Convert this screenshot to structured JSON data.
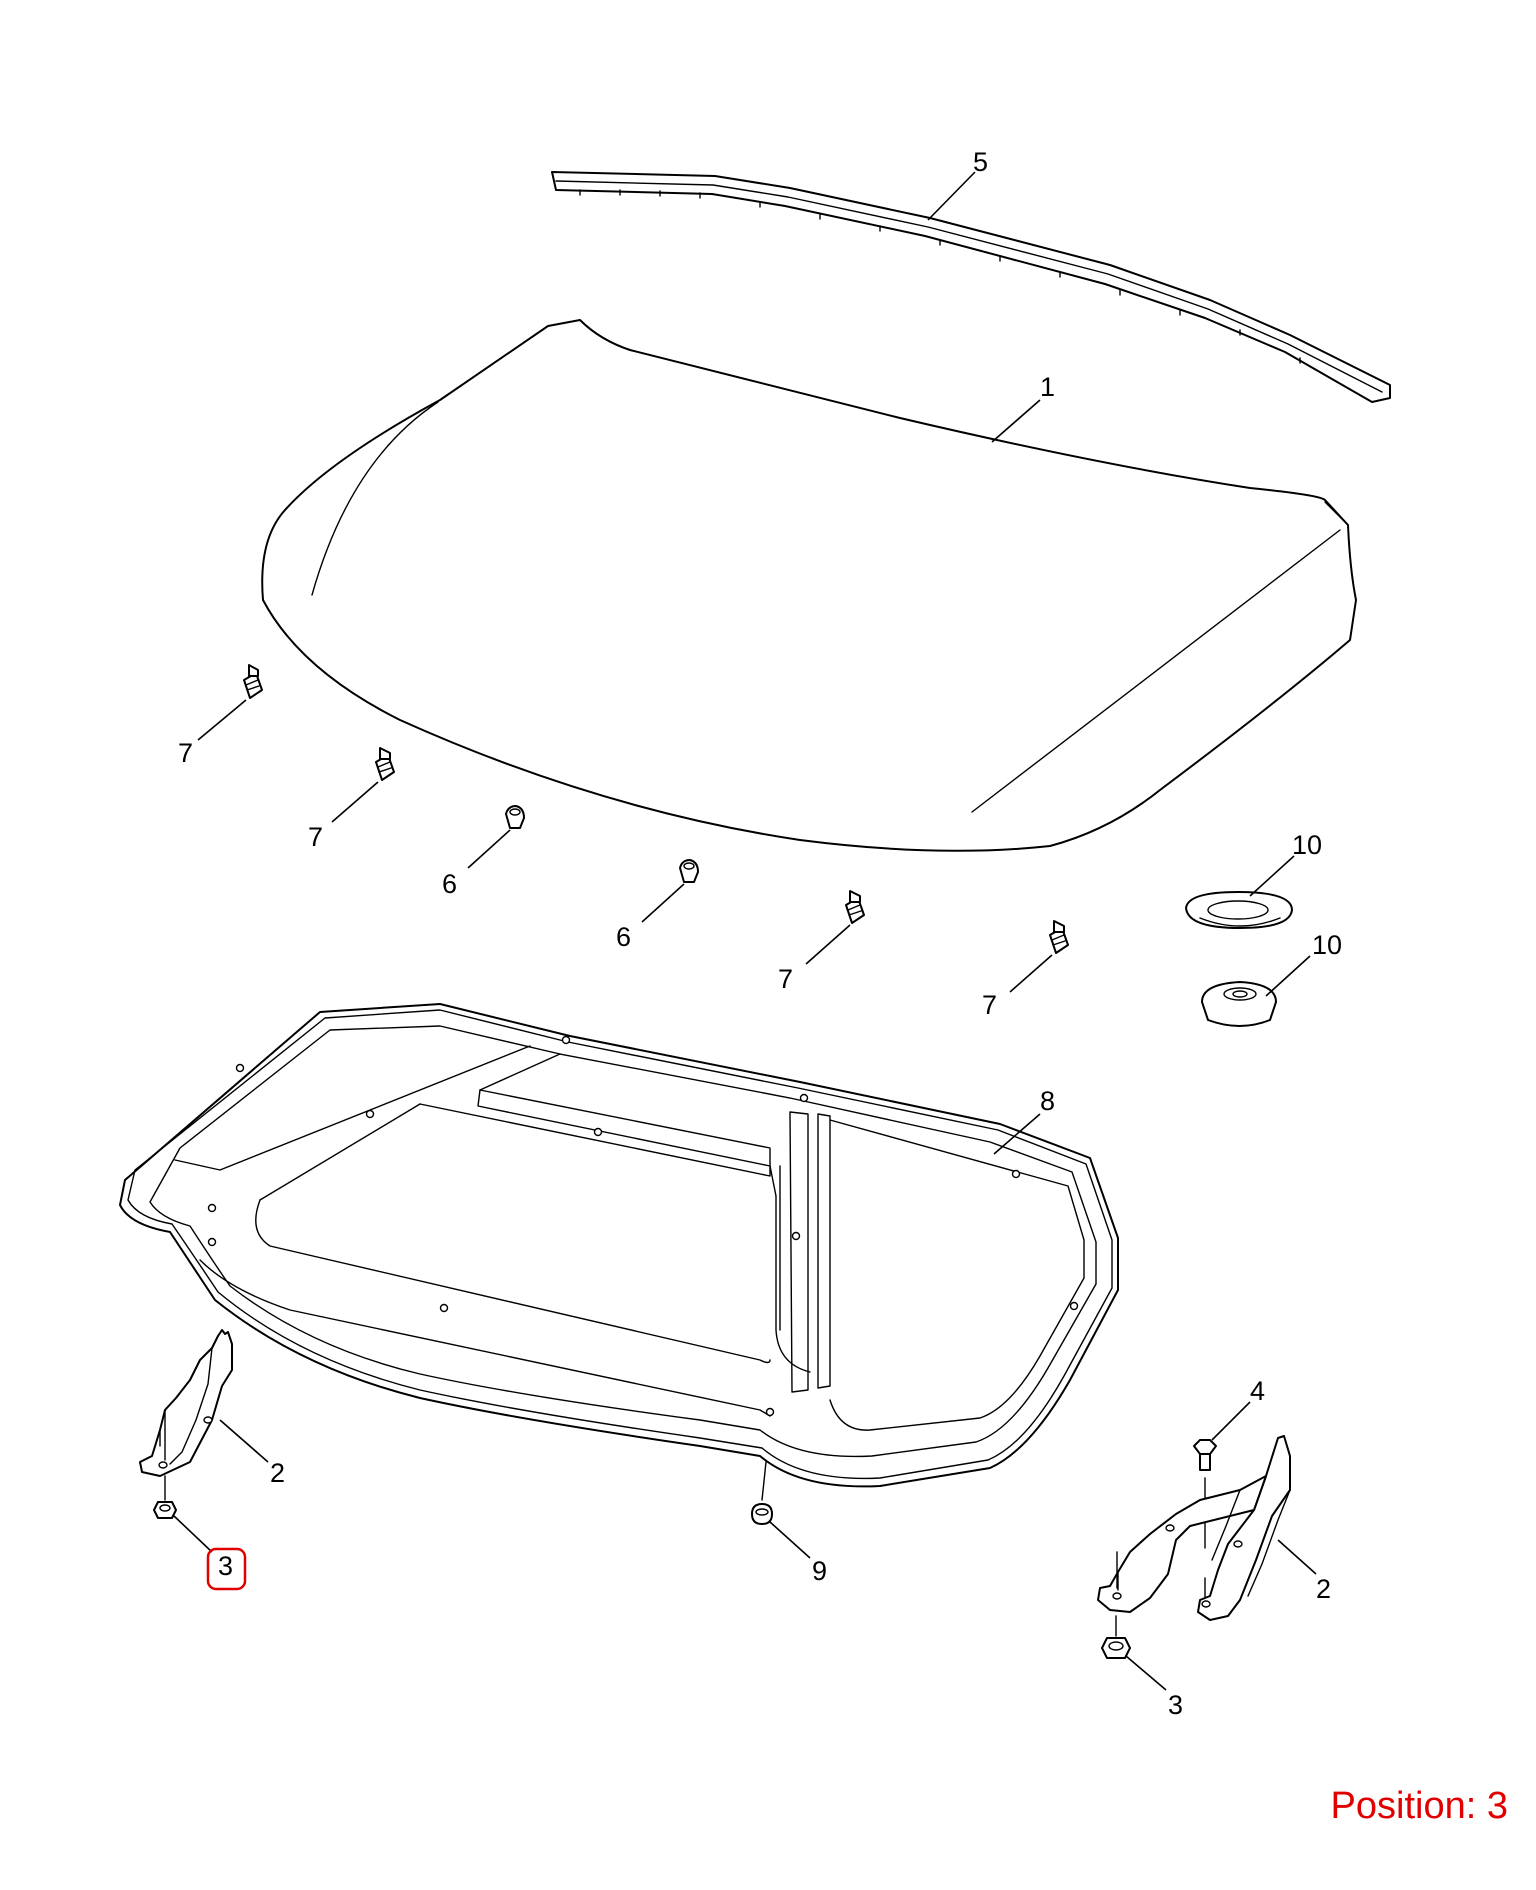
{
  "callouts": {
    "c1": "1",
    "c2a": "2",
    "c2b": "2",
    "c3a": "3",
    "c3b": "3",
    "c4": "4",
    "c5": "5",
    "c6a": "6",
    "c6b": "6",
    "c7a": "7",
    "c7b": "7",
    "c7c": "7",
    "c7d": "7",
    "c8": "8",
    "c9": "9",
    "c10a": "10",
    "c10b": "10"
  },
  "position": {
    "text": "Position: 3",
    "color": "#e00000"
  },
  "highlight": {
    "target": "3",
    "color": "#e00000"
  }
}
